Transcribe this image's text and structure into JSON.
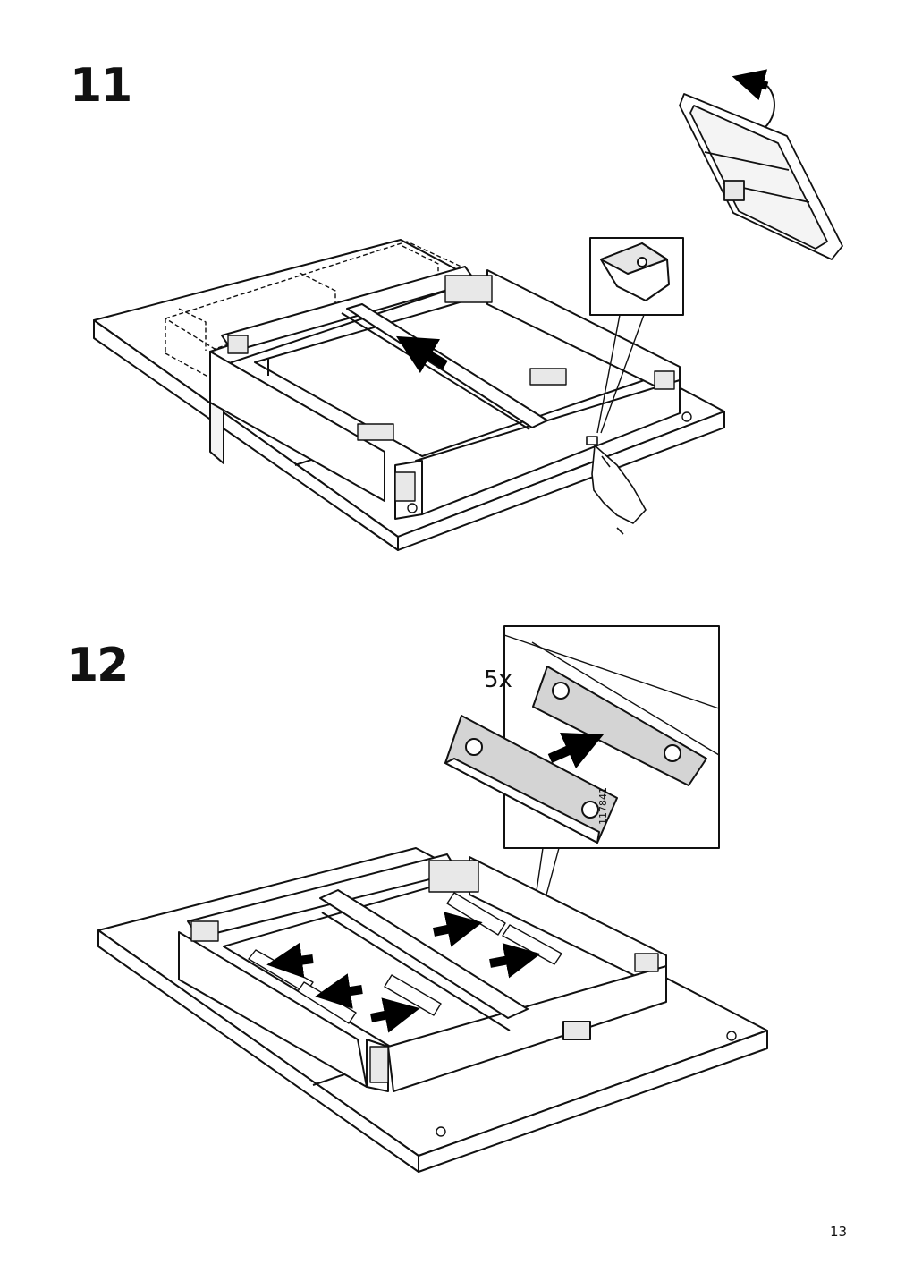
{
  "steps": [
    {
      "number": "11"
    },
    {
      "number": "12"
    }
  ],
  "step12_detail": {
    "quantity": "5x",
    "part_number": "117841"
  },
  "page_number": "13"
}
